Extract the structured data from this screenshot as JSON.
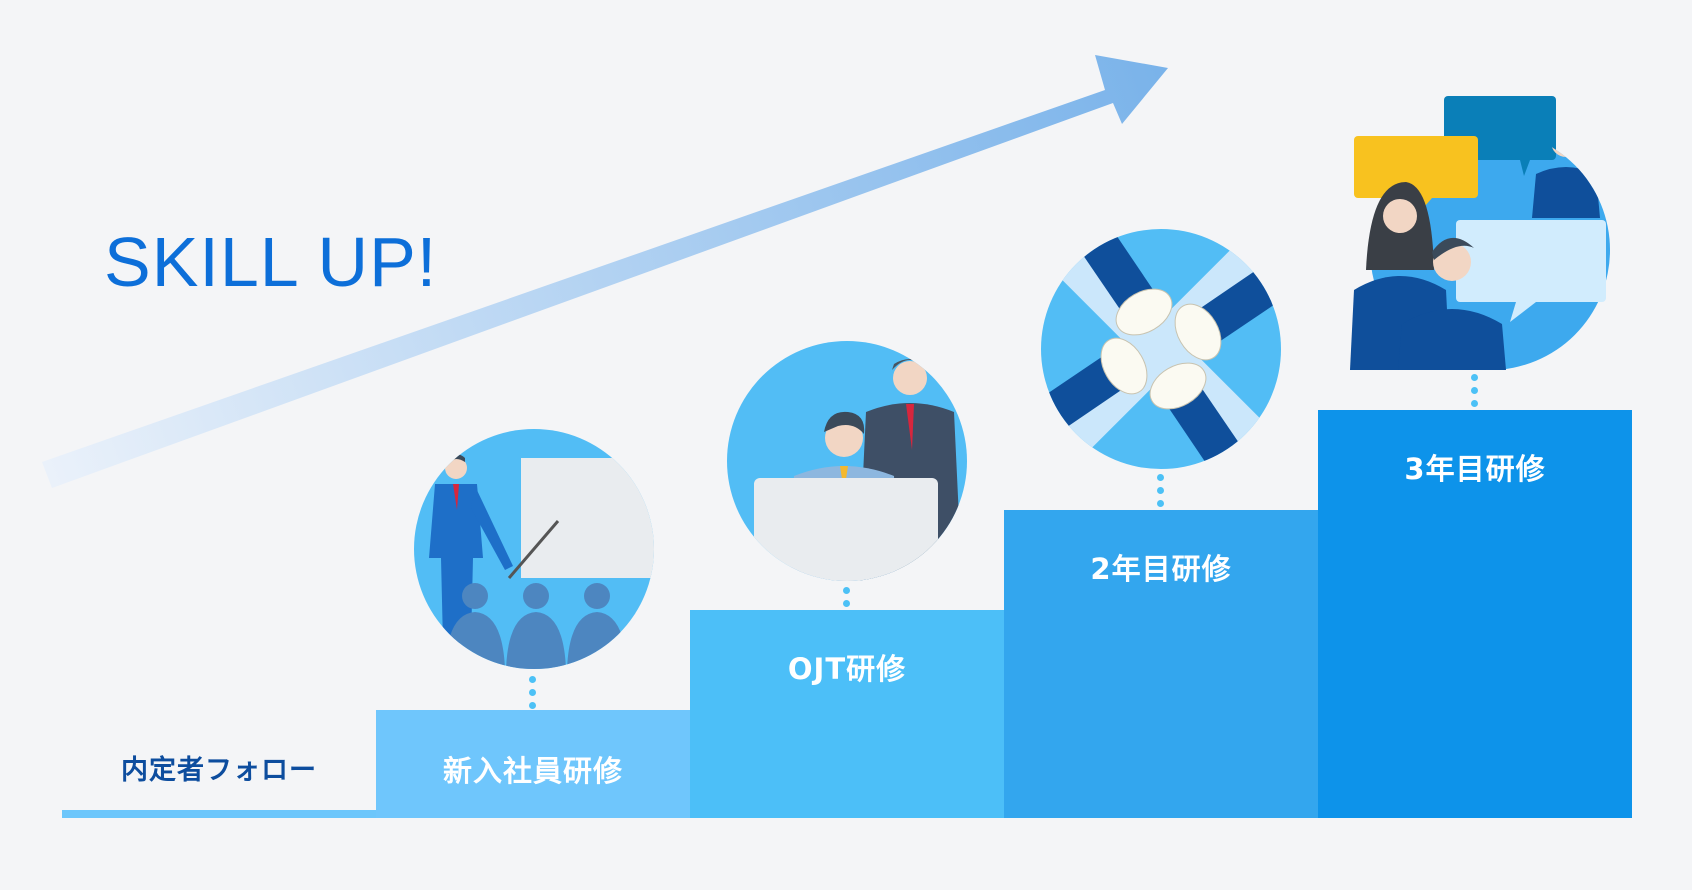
{
  "title": "SKILL UP!",
  "steps": [
    {
      "label": "内定者フォロー",
      "color": "#6cc6fb"
    },
    {
      "label": "新入社員研修",
      "color": "#6fc6fc",
      "icon": "presentation-icon"
    },
    {
      "label": "OJT研修",
      "color": "#4cbff8",
      "icon": "mentoring-icon"
    },
    {
      "label": "2年目研修",
      "color": "#33a6ee",
      "icon": "teamwork-hands-icon"
    },
    {
      "label": "3年目研修",
      "color": "#0d93ea",
      "icon": "discussion-icon"
    }
  ],
  "colors": {
    "accent": "#0d6fd9",
    "background": "#f4f5f7",
    "arrow": "#7ab3ea"
  }
}
